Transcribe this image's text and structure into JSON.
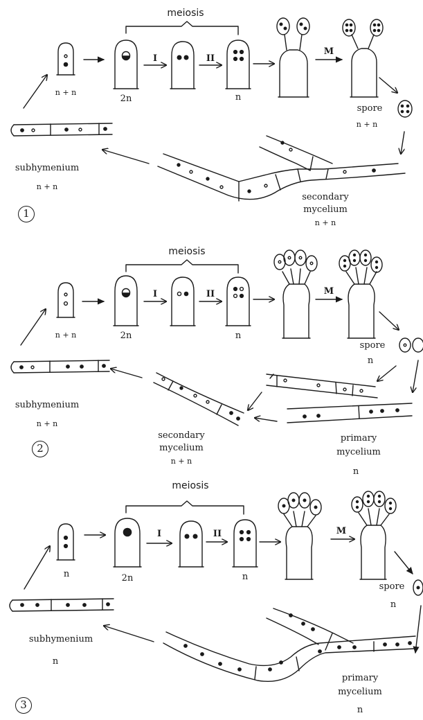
{
  "colors": {
    "ink": "#1a1a1a",
    "background": "#ffffff"
  },
  "panels": [
    {
      "number": "1",
      "meiosis_label": "meiosis",
      "step_I": "I",
      "step_II": "II",
      "step_M": "M",
      "ploidy_initial": "n + n",
      "ploidy_zygote": "2n",
      "ploidy_products": "n",
      "spore_label": "spore",
      "spore_ploidy": "n + n",
      "subhymenium_label": "subhymenium",
      "subhymenium_ploidy": "n + n",
      "mycelium_label_line1": "secondary",
      "mycelium_label_line2": "mycelium",
      "mycelium_ploidy": "n + n"
    },
    {
      "number": "2",
      "meiosis_label": "meiosis",
      "step_I": "I",
      "step_II": "II",
      "step_M": "M",
      "ploidy_initial": "n + n",
      "ploidy_zygote": "2n",
      "ploidy_products": "n",
      "spore_label": "spore",
      "spore_ploidy": "n",
      "subhymenium_label": "subhymenium",
      "subhymenium_ploidy": "n + n",
      "secondary_label_line1": "secondary",
      "secondary_label_line2": "mycelium",
      "secondary_ploidy": "n + n",
      "primary_label_line1": "primary",
      "primary_label_line2": "mycelium",
      "primary_ploidy": "n"
    },
    {
      "number": "3",
      "meiosis_label": "meiosis",
      "step_I": "I",
      "step_II": "II",
      "step_M": "M",
      "ploidy_initial": "n",
      "ploidy_zygote": "2n",
      "ploidy_products": "n",
      "spore_label": "spore",
      "spore_ploidy": "n",
      "subhymenium_label": "subhymenium",
      "subhymenium_ploidy": "n",
      "primary_label_line1": "primary",
      "primary_label_line2": "mycelium",
      "primary_ploidy": "n"
    }
  ]
}
